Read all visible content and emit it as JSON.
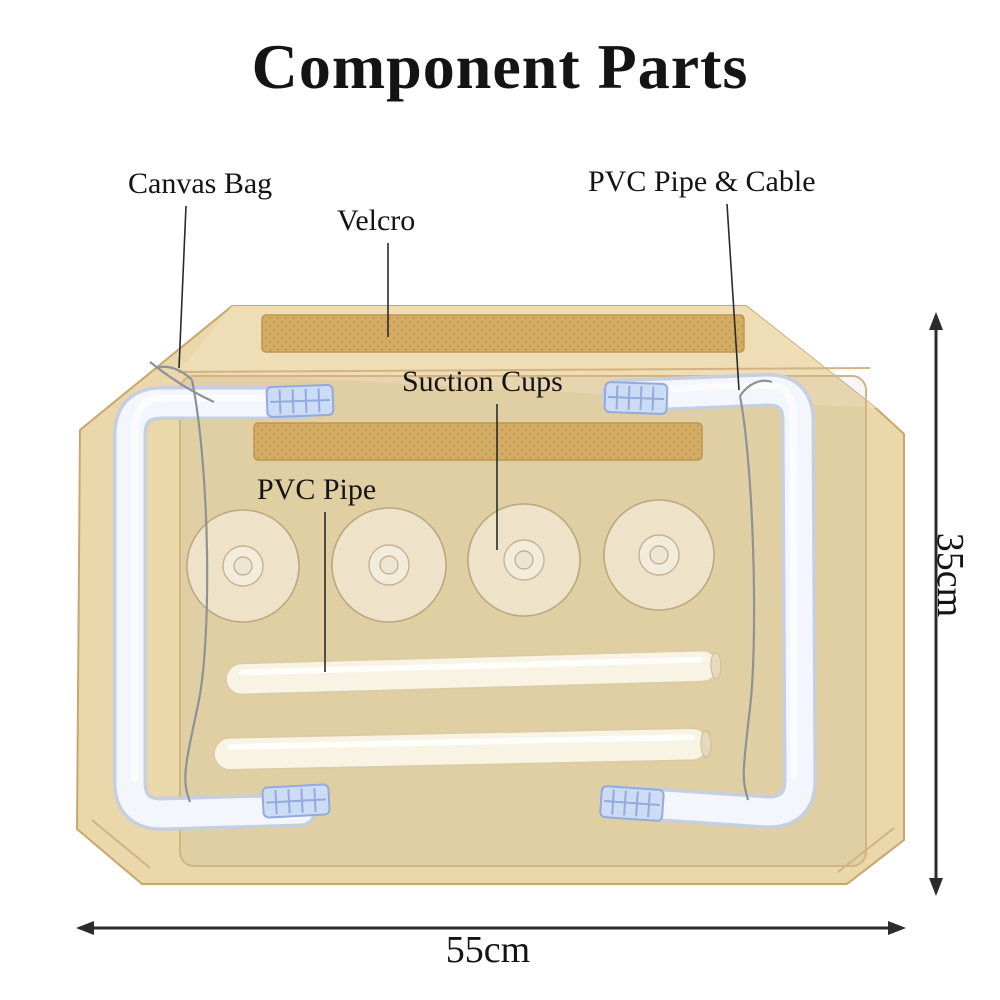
{
  "title": "Component Parts",
  "labels": {
    "canvas_bag": "Canvas Bag",
    "velcro": "Velcro",
    "pvc_pipe_cable": "PVC Pipe & Cable",
    "suction_cups": "Suction Cups",
    "pvc_pipe": "PVC Pipe"
  },
  "dimensions": {
    "width": "55cm",
    "height": "35cm"
  },
  "parts": {
    "suction_cup_count": 4,
    "loose_pipe_count": 2,
    "clip_count": 4
  },
  "colors": {
    "background": "#ffffff",
    "text": "#141414",
    "bag": "#ead7aa",
    "bag_flap": "#efddb5",
    "bag_outline": "#c8a76f",
    "bag_seam": "#d2b484",
    "velcro": "#d4ac64",
    "velcro_border": "#bd9650",
    "velcro_dot": "#b8904a",
    "pipe_frame": "#f3f6fc",
    "pipe_frame_border": "#c6cfdf",
    "loose_pipe": "#f9f3e3",
    "loose_pipe_border": "#d9cca6",
    "clip": "#cddcf6",
    "clip_border": "#92abdb",
    "cable": "#8d9298",
    "annotation": "#2b2b2b"
  }
}
